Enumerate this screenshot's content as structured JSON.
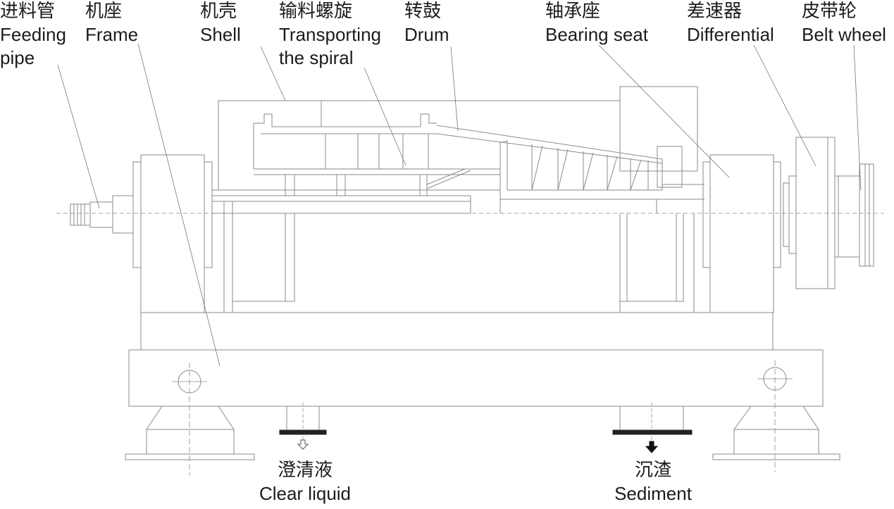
{
  "labels": {
    "feeding_pipe": {
      "zh": "进料管",
      "en": [
        "Feeding",
        "pipe"
      ]
    },
    "frame": {
      "zh": "机座",
      "en": [
        "Frame"
      ]
    },
    "shell": {
      "zh": "机壳",
      "en": [
        "Shell"
      ]
    },
    "spiral": {
      "zh": "输料螺旋",
      "en": [
        "Transporting",
        "the spiral"
      ]
    },
    "drum": {
      "zh": "转鼓",
      "en": [
        "Drum"
      ]
    },
    "bearing_seat": {
      "zh": "轴承座",
      "en": [
        "Bearing seat"
      ]
    },
    "differential": {
      "zh": "差速器",
      "en": [
        "Differential"
      ]
    },
    "belt_wheel": {
      "zh": "皮带轮",
      "en": [
        "Belt wheel"
      ]
    },
    "clear_liquid": {
      "zh": "澄清液",
      "en": [
        "Clear liquid"
      ]
    },
    "sediment": {
      "zh": "沉渣",
      "en": [
        "Sediment"
      ]
    }
  },
  "colors": {
    "line": "#8a8a8a",
    "text": "#1c1c1c",
    "outlet_bar": "#222222"
  }
}
